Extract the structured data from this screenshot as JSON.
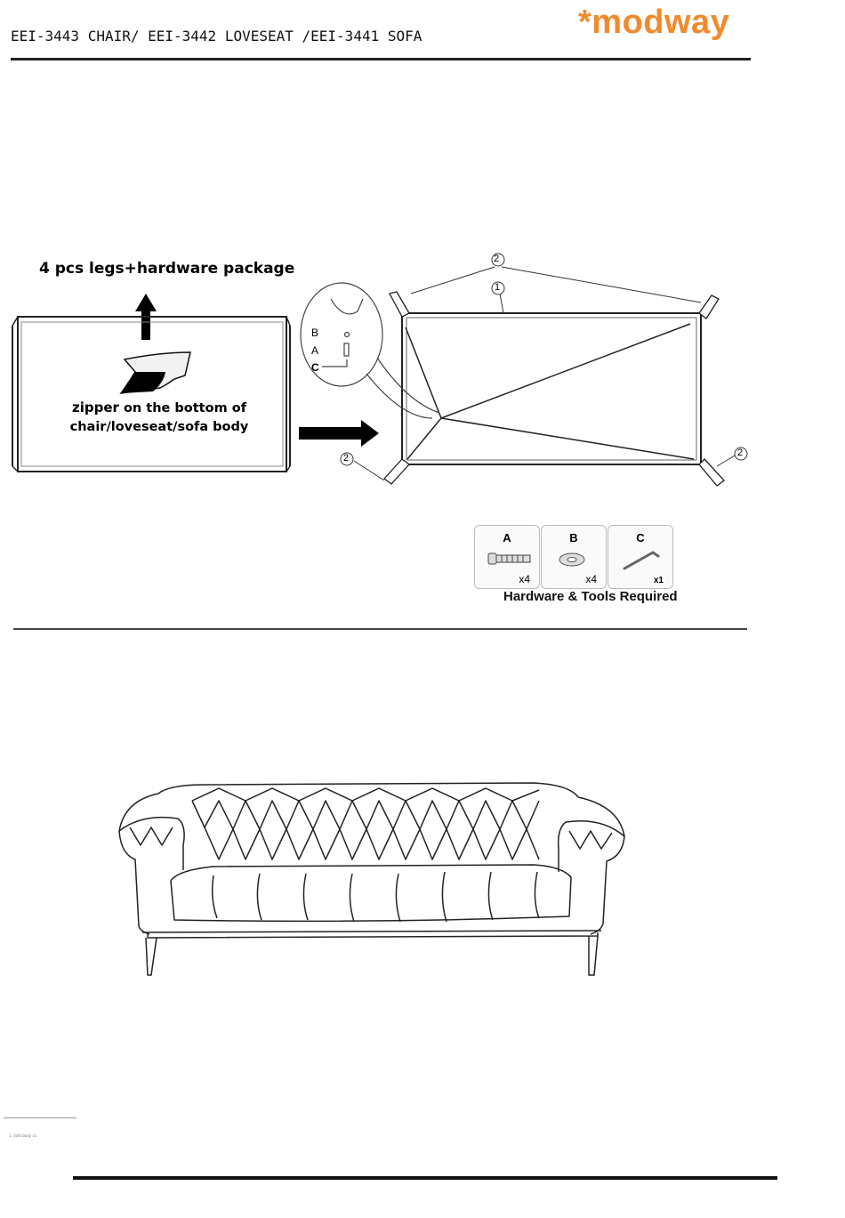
{
  "header": {
    "title": "EEI-3443 CHAIR/ EEI-3442 LOVESEAT /EEI-3441 SOFA",
    "logo": "*modway",
    "brand_color": "#f08a2c"
  },
  "step": {
    "legs_label": "4 pcs legs+hardware package",
    "zipper_strong": "zipper",
    "zipper_rest": " on the bottom of",
    "zipper_line2": "chair/loveseat/sofa body",
    "callout_part_1": "1",
    "callout_part_2_top": "2",
    "callout_part_2_left": "2",
    "callout_part_2_right": "2",
    "detail_labels": {
      "b": "B",
      "a": "A",
      "c": "C"
    }
  },
  "hardware": {
    "caption": "Hardware & Tools Required",
    "items": [
      {
        "letter": "A",
        "qty": "x4",
        "icon": "bolt-icon"
      },
      {
        "letter": "B",
        "qty": "x4",
        "icon": "washer-icon"
      },
      {
        "letter": "C",
        "qty": "x1",
        "icon": "allen-key-icon"
      }
    ]
  },
  "footer": {
    "fine_print": "1. Sofa body x1"
  }
}
